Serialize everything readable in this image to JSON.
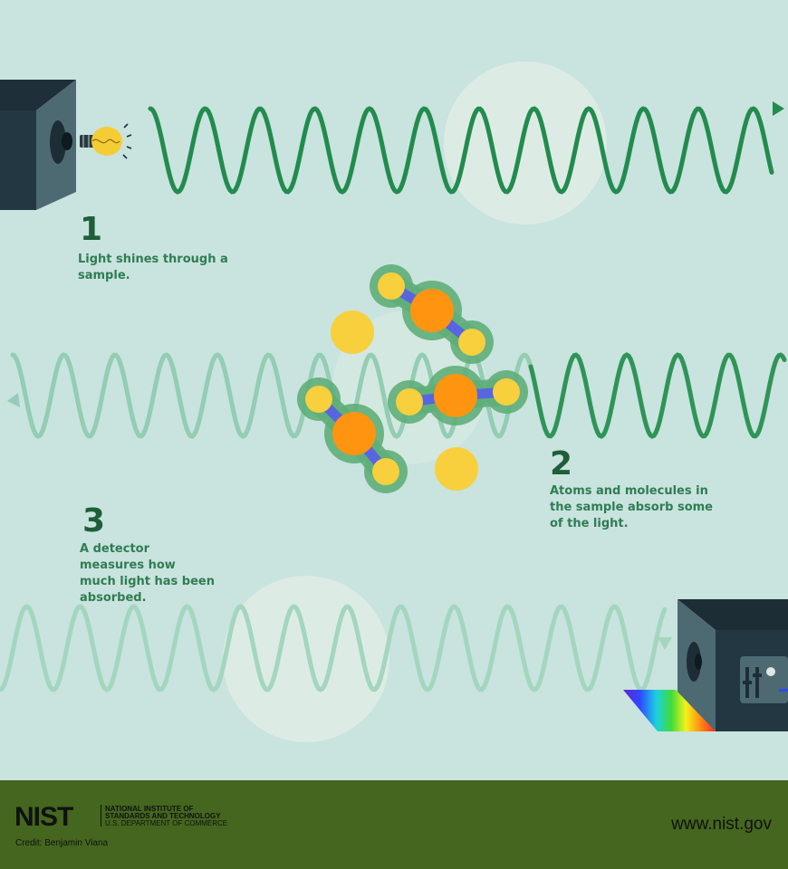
{
  "steps": [
    {
      "number": "1",
      "text": "Light shines through a sample."
    },
    {
      "number": "2",
      "text": "Atoms and molecules in the sample absorb some of the light."
    },
    {
      "number": "3",
      "text": "A detector measures how much light has been absorbed."
    }
  ],
  "footer": {
    "logo_text": "NIST",
    "org_line1": "NATIONAL INSTITUTE OF",
    "org_line2": "STANDARDS AND TECHNOLOGY",
    "org_line3": "U.S. DEPARTMENT OF COMMERCE",
    "credit": "Credit: Benjamin Viana",
    "url": "www.nist.gov"
  },
  "colors": {
    "background": "#c9e3df",
    "wave_strong": "#228b4e",
    "wave_faded": "#93cdb3",
    "footer": "#44661e",
    "atom_large": "#ff9410",
    "atom_small": "#f8cf3c",
    "bond": "#5765e0"
  }
}
